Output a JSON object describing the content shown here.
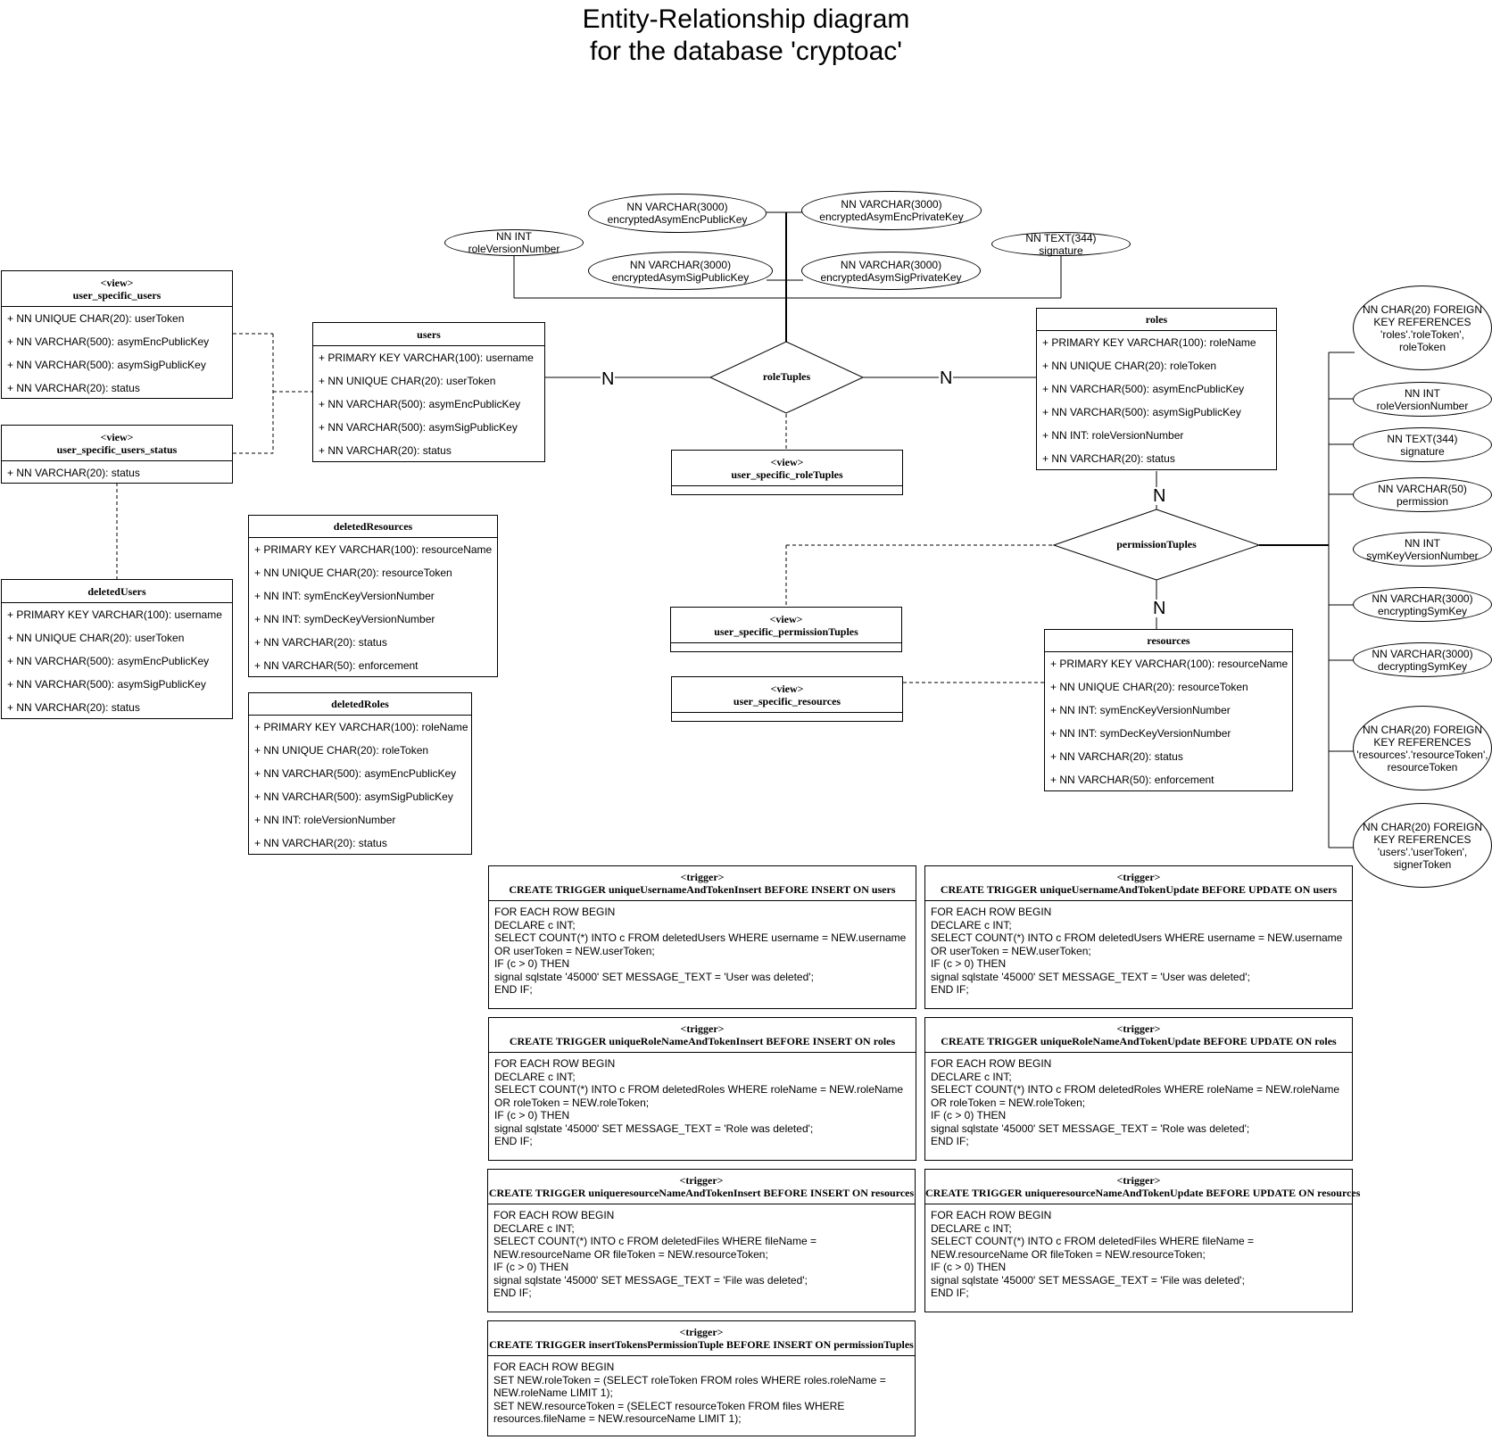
{
  "title": {
    "line1": "Entity-Relationship diagram",
    "line2": "for the database 'cryptoac'"
  },
  "view_stereotype": "<view>",
  "trigger_stereotype": "<trigger>",
  "tables": {
    "user_specific_users": {
      "name": "user_specific_users",
      "rows": [
        "+ NN UNIQUE CHAR(20): userToken",
        "+ NN VARCHAR(500): asymEncPublicKey",
        "+ NN VARCHAR(500): asymSigPublicKey",
        "+ NN VARCHAR(20): status"
      ]
    },
    "user_specific_users_status": {
      "name": "user_specific_users_status",
      "rows": [
        "+ NN VARCHAR(20): status"
      ]
    },
    "users": {
      "name": "users",
      "rows": [
        "+ PRIMARY KEY VARCHAR(100): username",
        "+ NN UNIQUE CHAR(20): userToken",
        "+ NN VARCHAR(500): asymEncPublicKey",
        "+ NN VARCHAR(500): asymSigPublicKey",
        "+ NN VARCHAR(20): status"
      ]
    },
    "deletedUsers": {
      "name": "deletedUsers",
      "rows": [
        "+ PRIMARY KEY VARCHAR(100): username",
        "+ NN UNIQUE CHAR(20): userToken",
        "+ NN VARCHAR(500): asymEncPublicKey",
        "+ NN VARCHAR(500): asymSigPublicKey",
        "+ NN VARCHAR(20): status"
      ]
    },
    "deletedResources": {
      "name": "deletedResources",
      "rows": [
        "+ PRIMARY KEY VARCHAR(100): resourceName",
        "+ NN UNIQUE CHAR(20): resourceToken",
        "+ NN INT: symEncKeyVersionNumber",
        "+ NN INT: symDecKeyVersionNumber",
        "+ NN VARCHAR(20): status",
        "+ NN VARCHAR(50): enforcement"
      ]
    },
    "deletedRoles": {
      "name": "deletedRoles",
      "rows": [
        "+ PRIMARY KEY VARCHAR(100): roleName",
        "+ NN UNIQUE CHAR(20): roleToken",
        "+ NN VARCHAR(500): asymEncPublicKey",
        "+ NN VARCHAR(500): asymSigPublicKey",
        "+ NN INT: roleVersionNumber",
        "+ NN VARCHAR(20): status"
      ]
    },
    "roles": {
      "name": "roles",
      "rows": [
        "+ PRIMARY KEY VARCHAR(100): roleName",
        "+ NN UNIQUE CHAR(20): roleToken",
        "+ NN VARCHAR(500): asymEncPublicKey",
        "+ NN VARCHAR(500): asymSigPublicKey",
        "+ NN INT: roleVersionNumber",
        "+ NN VARCHAR(20): status"
      ]
    },
    "resources": {
      "name": "resources",
      "rows": [
        "+ PRIMARY KEY VARCHAR(100): resourceName",
        "+ NN UNIQUE CHAR(20): resourceToken",
        "+ NN INT: symEncKeyVersionNumber",
        "+ NN INT: symDecKeyVersionNumber",
        "+ NN VARCHAR(20): status",
        "+ NN VARCHAR(50): enforcement"
      ]
    },
    "user_specific_roleTuples": {
      "name": "user_specific_roleTuples"
    },
    "user_specific_permissionTuples": {
      "name": "user_specific_permissionTuples"
    },
    "user_specific_resources": {
      "name": "user_specific_resources"
    }
  },
  "relationships": {
    "roleTuples": "roleTuples",
    "permissionTuples": "permissionTuples"
  },
  "cardinality": "N",
  "role_tuple_attributes": {
    "roleVersionNumber": [
      "NN INT",
      "roleVersionNumber"
    ],
    "encryptedAsymEncPublicKey": [
      "NN VARCHAR(3000)",
      "encryptedAsymEncPublicKey"
    ],
    "encryptedAsymEncPrivateKey": [
      "NN VARCHAR(3000)",
      "encryptedAsymEncPrivateKey"
    ],
    "encryptedAsymSigPublicKey": [
      "NN VARCHAR(3000)",
      "encryptedAsymSigPublicKey"
    ],
    "encryptedAsymSigPrivateKey": [
      "NN VARCHAR(3000)",
      "encryptedAsymSigPrivateKey"
    ],
    "signature": [
      "NN TEXT(344)",
      "signature"
    ]
  },
  "permission_tuple_attributes": {
    "roleToken": [
      "NN CHAR(20) FOREIGN",
      "KEY REFERENCES",
      "'roles'.'roleToken',",
      "roleToken"
    ],
    "roleVersionNumber": [
      "NN INT",
      "roleVersionNumber"
    ],
    "signature": [
      "NN TEXT(344)",
      "signature"
    ],
    "permission": [
      "NN VARCHAR(50)",
      "permission"
    ],
    "symKeyVersionNumber": [
      "NN INT",
      "symKeyVersionNumber"
    ],
    "encryptingSymKey": [
      "NN VARCHAR(3000)",
      "encryptingSymKey"
    ],
    "decryptingSymKey": [
      "NN VARCHAR(3000)",
      "decryptingSymKey"
    ],
    "resourceToken": [
      "NN CHAR(20) FOREIGN",
      "KEY REFERENCES",
      "'resources'.'resourceToken',",
      "resourceToken"
    ],
    "signerToken": [
      "NN CHAR(20) FOREIGN",
      "KEY REFERENCES",
      "'users'.'userToken',",
      "signerToken"
    ]
  },
  "triggers": [
    {
      "name": "CREATE TRIGGER uniqueUsernameAndTokenInsert BEFORE INSERT ON users",
      "body": "FOR EACH ROW BEGIN\nDECLARE c INT;\nSELECT COUNT(*) INTO c FROM deletedUsers WHERE username = NEW.username\nOR userToken = NEW.userToken;\nIF (c > 0) THEN\nsignal sqlstate '45000' SET MESSAGE_TEXT = 'User was deleted';\nEND IF;"
    },
    {
      "name": "CREATE TRIGGER uniqueUsernameAndTokenUpdate BEFORE UPDATE ON users",
      "body": "FOR EACH ROW BEGIN\nDECLARE c INT;\nSELECT COUNT(*) INTO c FROM deletedUsers WHERE username = NEW.username\nOR userToken = NEW.userToken;\nIF (c > 0) THEN\nsignal sqlstate '45000' SET MESSAGE_TEXT = 'User was deleted';\nEND IF;"
    },
    {
      "name": "CREATE TRIGGER uniqueRoleNameAndTokenInsert BEFORE INSERT ON roles",
      "body": "FOR EACH ROW BEGIN\nDECLARE c INT;\nSELECT COUNT(*) INTO c FROM deletedRoles WHERE roleName = NEW.roleName\nOR roleToken = NEW.roleToken;\nIF (c > 0) THEN\nsignal sqlstate '45000' SET MESSAGE_TEXT = 'Role was deleted';\nEND IF;"
    },
    {
      "name": "CREATE TRIGGER uniqueRoleNameAndTokenUpdate BEFORE UPDATE ON roles",
      "body": "FOR EACH ROW BEGIN\nDECLARE c INT;\nSELECT COUNT(*) INTO c FROM deletedRoles WHERE roleName = NEW.roleName\nOR roleToken = NEW.roleToken;\nIF (c > 0) THEN\nsignal sqlstate '45000' SET MESSAGE_TEXT = 'Role was deleted';\nEND IF;"
    },
    {
      "name": "CREATE TRIGGER uniqueresourceNameAndTokenInsert BEFORE INSERT ON resources",
      "body": "FOR EACH ROW BEGIN\nDECLARE c INT;\nSELECT COUNT(*) INTO c FROM deletedFiles WHERE fileName =\nNEW.resourceName OR fileToken = NEW.resourceToken;\nIF (c > 0) THEN\nsignal sqlstate '45000' SET MESSAGE_TEXT = 'File was deleted';\nEND IF;"
    },
    {
      "name": "CREATE TRIGGER uniqueresourceNameAndTokenUpdate BEFORE UPDATE ON resources",
      "body": "FOR EACH ROW BEGIN\nDECLARE c INT;\nSELECT COUNT(*) INTO c FROM deletedFiles WHERE fileName =\nNEW.resourceName OR fileToken = NEW.resourceToken;\nIF (c > 0) THEN\nsignal sqlstate '45000' SET MESSAGE_TEXT = 'File was deleted';\nEND IF;"
    },
    {
      "name": "CREATE TRIGGER insertTokensPermissionTuple BEFORE INSERT ON permissionTuples",
      "body": "FOR EACH ROW BEGIN\nSET NEW.roleToken = (SELECT roleToken FROM roles WHERE roles.roleName =\nNEW.roleName LIMIT 1);\nSET NEW.resourceToken = (SELECT resourceToken FROM files WHERE\nresources.fileName = NEW.resourceName LIMIT 1);"
    }
  ]
}
